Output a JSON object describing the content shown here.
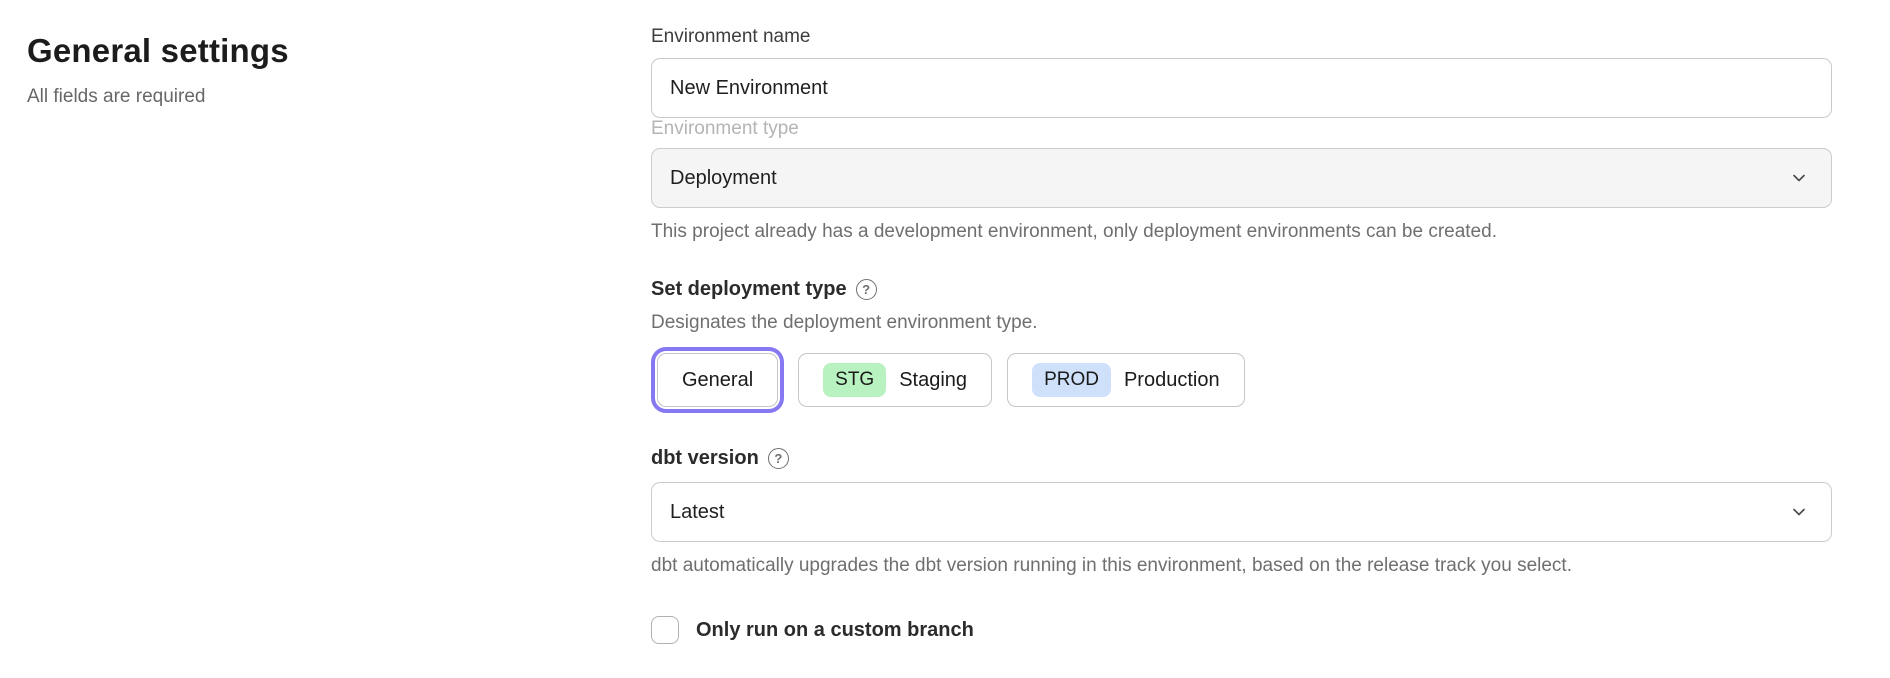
{
  "page": {
    "title": "General settings",
    "subtitle": "All fields are required"
  },
  "form": {
    "environment_name": {
      "label": "Environment name",
      "value": "New Environment"
    },
    "environment_type": {
      "label": "Environment type",
      "value": "Deployment",
      "disabled": true,
      "helper": "This project already has a development environment, only deployment environments can be created."
    },
    "deployment_type": {
      "label": "Set deployment type",
      "helper": "Designates the deployment environment type.",
      "options": [
        {
          "label": "General",
          "selected": true
        },
        {
          "badge": "STG",
          "label": "Staging",
          "selected": false,
          "badge_color": "#b9f2c1"
        },
        {
          "badge": "PROD",
          "label": "Production",
          "selected": false,
          "badge_color": "#cfe0fa"
        }
      ]
    },
    "dbt_version": {
      "label": "dbt version",
      "value": "Latest",
      "helper": "dbt automatically upgrades the dbt version running in this environment, based on the release track you select."
    },
    "custom_branch": {
      "label": "Only run on a custom branch",
      "checked": false
    }
  },
  "icons": {
    "help": "?"
  },
  "colors": {
    "accent_purple": "#8578f0",
    "badge_green": "#b9f2c1",
    "badge_blue": "#cfe0fa",
    "disabled_field_bg": "#f5f5f5"
  }
}
